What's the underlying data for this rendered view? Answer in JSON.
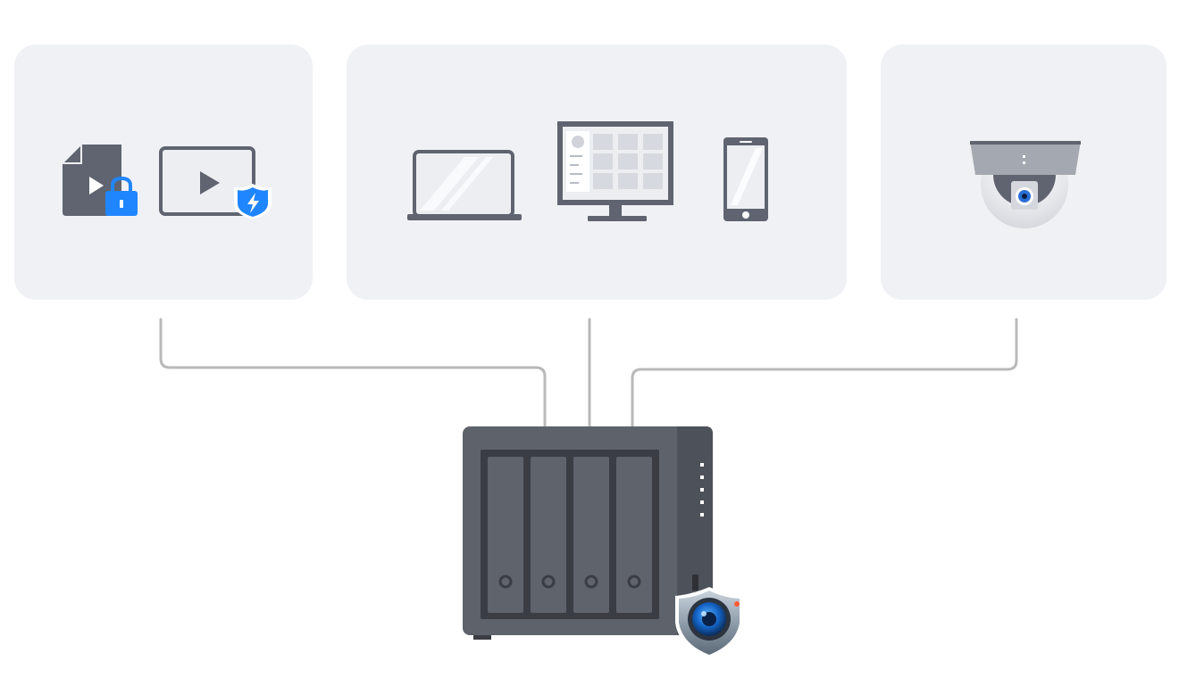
{
  "colors": {
    "panel_background": "#f0f1f5",
    "device_gray": "#5f6470",
    "device_dark": "#3a3d44",
    "screen_light": "#e9ebf0",
    "accent_blue": "#1f86ff",
    "connector_line": "#b9b9b9",
    "nas_body": "#5e626b",
    "nas_side": "#4d5159"
  },
  "diagram": {
    "panels": [
      {
        "id": "media",
        "icons": [
          "locked-video-file-icon",
          "protected-video-player-icon"
        ]
      },
      {
        "id": "devices",
        "icons": [
          "laptop-icon",
          "desktop-monitor-icon",
          "smartphone-icon"
        ]
      },
      {
        "id": "camera",
        "icons": [
          "dome-camera-icon"
        ]
      }
    ],
    "hub": {
      "icons": [
        "nas-4-bay-icon",
        "surveillance-station-shield-icon"
      ],
      "drive_bays": 4
    },
    "connections": [
      {
        "from": "media",
        "to": "hub"
      },
      {
        "from": "devices",
        "to": "hub"
      },
      {
        "from": "camera",
        "to": "hub"
      }
    ]
  }
}
